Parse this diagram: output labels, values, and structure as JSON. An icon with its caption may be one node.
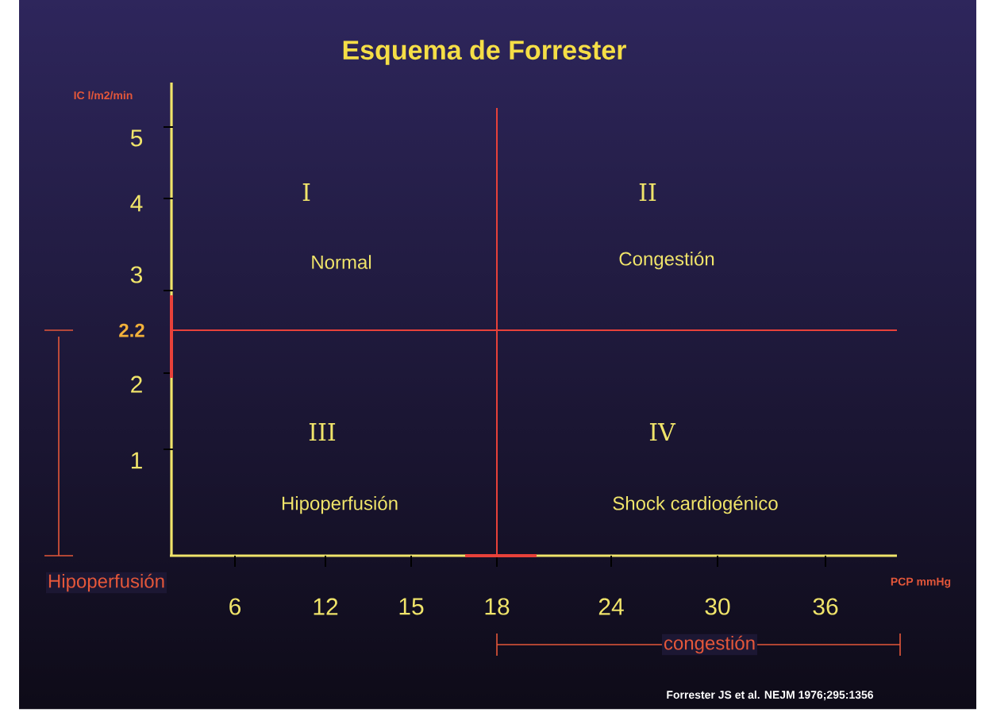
{
  "diagram": {
    "title": "Esquema de Forrester",
    "labels": [
      "IC l/m2/min",
      "5",
      "4",
      "I",
      "II",
      "3",
      "Normal",
      "Congestión",
      "2.2",
      "2",
      "III",
      "IV",
      "1",
      "Hipoperfusión",
      "Shock cardiogénico",
      "Hipoperfusión",
      "PCP mmHg",
      "6",
      "12",
      "15",
      "18",
      "24",
      "30",
      "36",
      "congestión",
      "Forrester JS et al. NEJM 1976;295:1356"
    ]
  }
}
